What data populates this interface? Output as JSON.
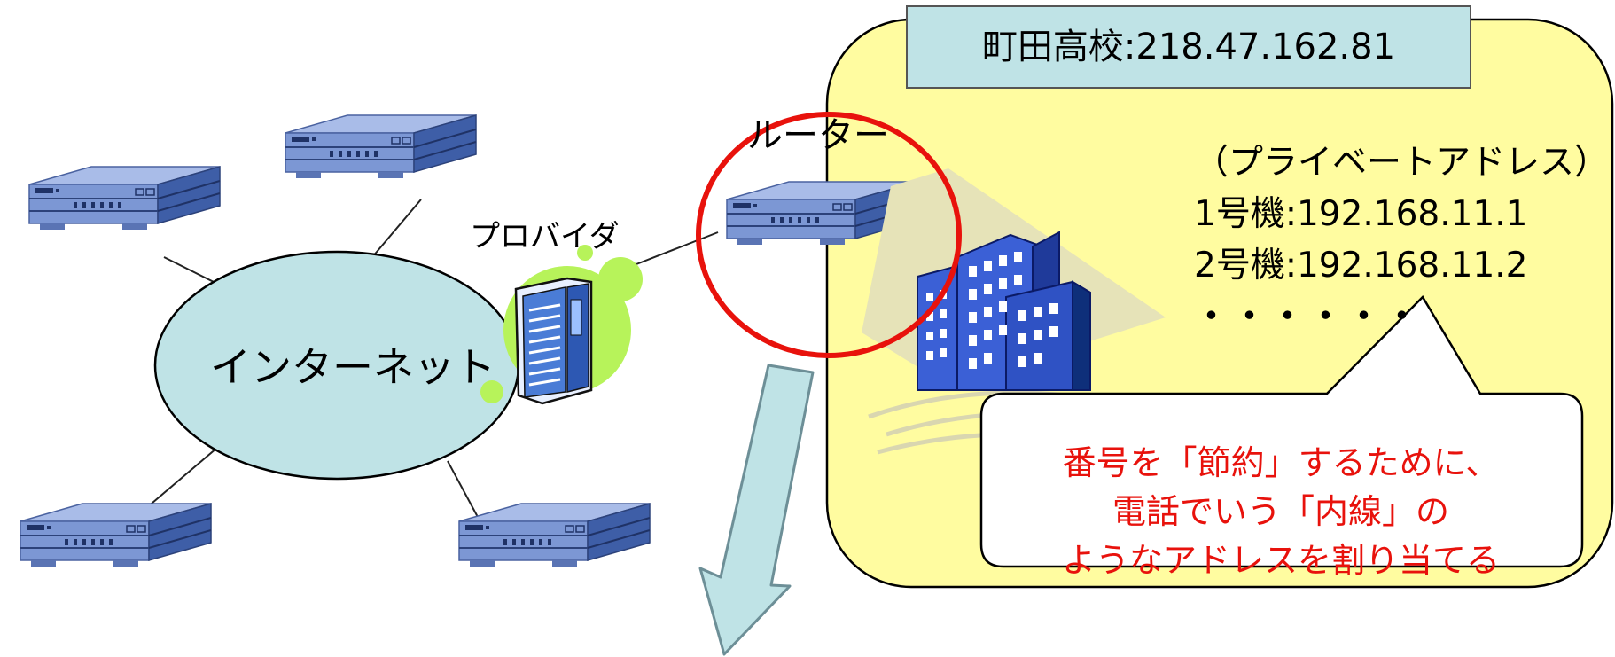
{
  "school": {
    "label": "町田高校:218.47.162.81"
  },
  "labels": {
    "router": "ルーター",
    "provider": "プロバイダ",
    "internet": "インターネット"
  },
  "private_addresses": {
    "heading": "（プライベートアドレス）",
    "lines": [
      "1号機:192.168.11.1",
      "2号機:192.168.11.2"
    ],
    "continuation": "・・・・・・"
  },
  "callout": {
    "lines": [
      "番号を「節約」するために、",
      "電話でいう「内線」の",
      "ようなアドレスを割り当てる"
    ]
  },
  "colors": {
    "school_area": "#fffca0",
    "school_label_bg": "#bfe3e6",
    "internet_cloud": "#bfe3e6",
    "router_highlight": "#e8120c",
    "callout_text": "#e8120c",
    "arrow": "#bfe3e6",
    "provider_blob": "#b7f35a",
    "device_top": "#a9bce8",
    "device_front": "#7c97d4",
    "device_side": "#3e5ea7"
  },
  "icons": [
    "network-device-icon",
    "server-icon",
    "building-icon",
    "down-arrow-icon"
  ]
}
